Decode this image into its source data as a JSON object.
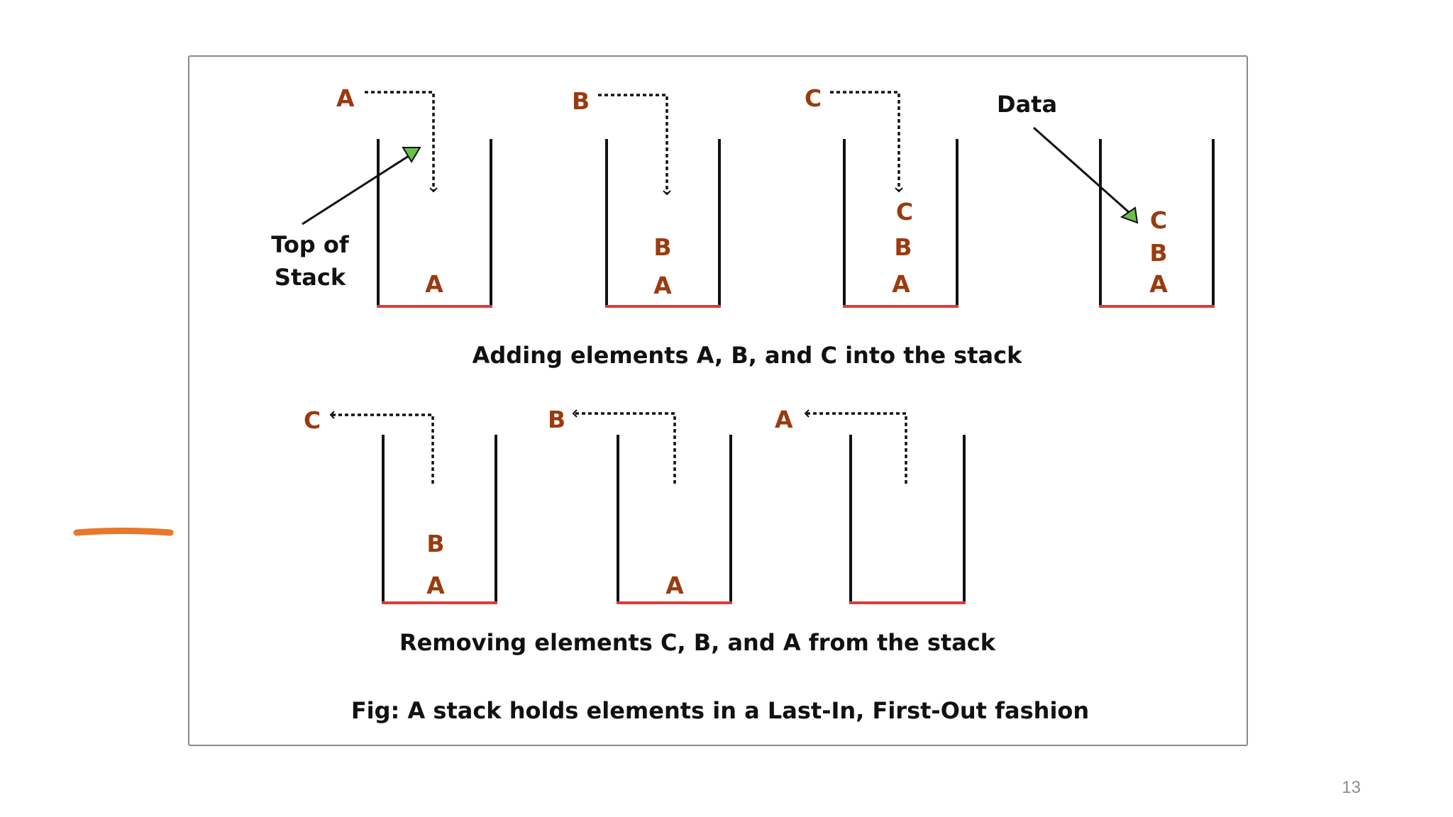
{
  "slide": {
    "page_number": "13"
  },
  "colors": {
    "element_letter": "#9a3b0f",
    "stack_wall": "#111111",
    "stack_bottom": "#e53935",
    "pointer_arrowhead": "#6abf4b",
    "pen_mark": "#e8782a"
  },
  "figure": {
    "caption_top": "Adding elements A, B, and C into the stack",
    "caption_bottom": "Removing elements C, B, and A from the stack",
    "fig_caption": "Fig: A stack holds elements in a Last-In, First-Out fashion",
    "top_of_stack_line1": "Top of",
    "top_of_stack_line2": "Stack",
    "data_label": "Data",
    "push_stacks": [
      {
        "incoming": "A",
        "contents_bottom_to_top": [
          "A"
        ]
      },
      {
        "incoming": "B",
        "contents_bottom_to_top": [
          "A",
          "B"
        ]
      },
      {
        "incoming": "C",
        "contents_bottom_to_top": [
          "A",
          "B",
          "C"
        ]
      },
      {
        "incoming": "",
        "contents_bottom_to_top": [
          "A",
          "B",
          "C"
        ]
      }
    ],
    "pop_stacks": [
      {
        "outgoing": "C",
        "contents_bottom_to_top": [
          "A",
          "B"
        ]
      },
      {
        "outgoing": "B",
        "contents_bottom_to_top": [
          "A"
        ]
      },
      {
        "outgoing": "A",
        "contents_bottom_to_top": []
      }
    ]
  }
}
